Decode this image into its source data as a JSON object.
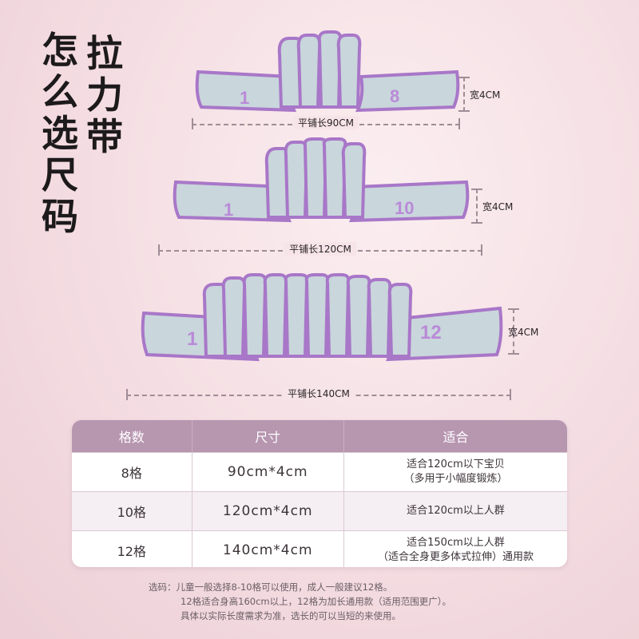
{
  "title_left": [
    "怎",
    "么",
    "选",
    "尺",
    "码"
  ],
  "title_right": [
    "拉",
    "力",
    "带"
  ],
  "bands": [
    {
      "count": 8,
      "first_label": "1",
      "last_label": "8",
      "length_label": "平铺长90CM",
      "width_label": "宽4CM"
    },
    {
      "count": 10,
      "first_label": "1",
      "last_label": "10",
      "length_label": "平铺长120CM",
      "width_label": "宽4CM"
    },
    {
      "count": 12,
      "first_label": "1",
      "last_label": "12",
      "length_label": "平铺长140CM",
      "width_label": "宽4CM"
    }
  ],
  "colors": {
    "band_face": "#c9d6dc",
    "band_edge": "#a877c8",
    "number": "#b98ad8",
    "header": "#b796b0"
  },
  "table": {
    "headers": [
      "格数",
      "尺寸",
      "适合"
    ],
    "rows": [
      {
        "grids": "8格",
        "size": "90cm*4cm",
        "fit": [
          "适合120cm以下宝贝",
          "（多用于小幅度锻炼）"
        ]
      },
      {
        "grids": "10格",
        "size": "120cm*4cm",
        "fit": [
          "适合120cm以上人群"
        ]
      },
      {
        "grids": "12格",
        "size": "140cm*4cm",
        "fit": [
          "适合150cm以上人群",
          "（适合全身更多体式拉伸）通用款"
        ]
      }
    ]
  },
  "notes": [
    "选码：儿童一般选择8-10格可以使用，成人一般建议12格。",
    "12格适合身高160cm以上，12格为加长通用款（适用范围更广）。",
    "具体以实际长度需求为准，选长的可以当短的来使用。"
  ]
}
